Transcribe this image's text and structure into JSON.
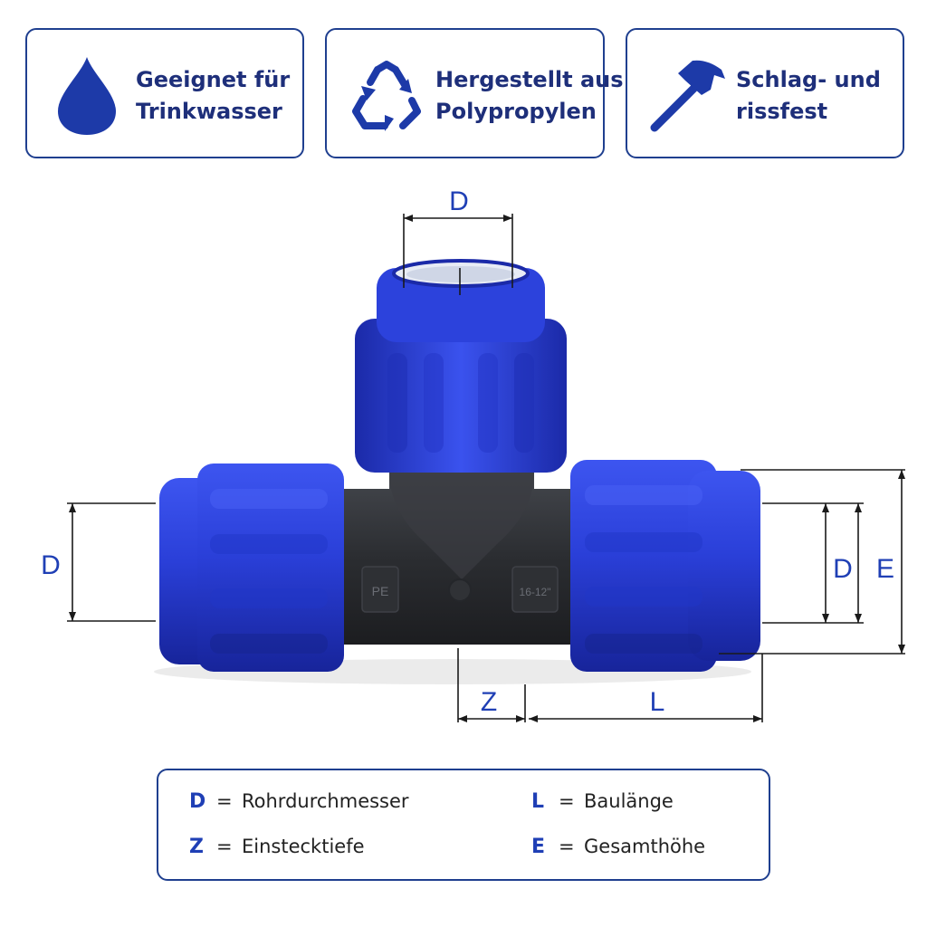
{
  "features": [
    {
      "icon": "water-drop-icon",
      "lines": [
        "Geeignet für",
        "Trinkwasser"
      ]
    },
    {
      "icon": "recycle-icon",
      "lines": [
        "Hergestellt aus",
        "Polypropylen"
      ]
    },
    {
      "icon": "hammer-icon",
      "lines": [
        "Schlag- und",
        "rissfest"
      ]
    }
  ],
  "diagram": {
    "dimension_labels": {
      "top": "D",
      "left": "D",
      "right_d": "D",
      "right_e": "E",
      "z": "Z",
      "l": "L"
    },
    "body_markings": {
      "material": "PE",
      "size": "16-12\""
    }
  },
  "legend": [
    {
      "symbol": "D",
      "eq": "=",
      "label": "Rohrdurchmesser"
    },
    {
      "symbol": "L",
      "eq": "=",
      "label": "Baulänge"
    },
    {
      "symbol": "Z",
      "eq": "=",
      "label": "Einstecktiefe"
    },
    {
      "symbol": "E",
      "eq": "=",
      "label": "Gesamthöhe"
    }
  ],
  "colors": {
    "accent": "#1f3fb5",
    "border": "#1f3f8f",
    "fitting_blue": "#2a3fd8",
    "fitting_body": "#2b2d31"
  }
}
